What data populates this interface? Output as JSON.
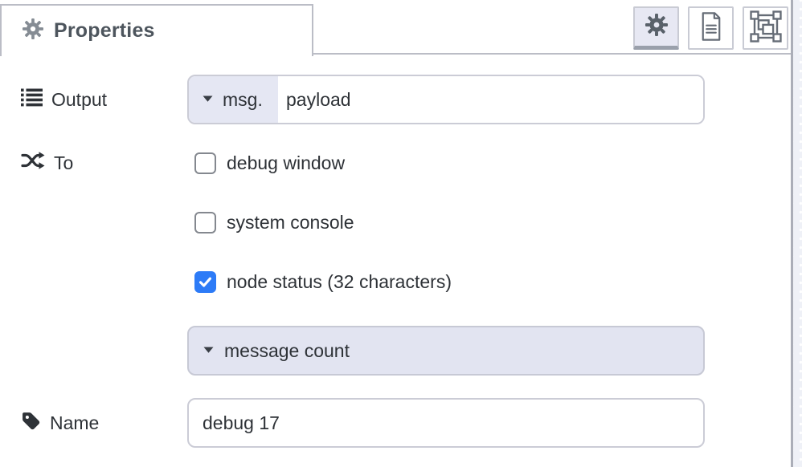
{
  "tab": {
    "label": "Properties",
    "icon": "gear-icon"
  },
  "toolbar": {
    "buttons": [
      {
        "name": "properties",
        "icon": "gear-icon",
        "active": true
      },
      {
        "name": "description",
        "icon": "document-icon",
        "active": false
      },
      {
        "name": "appearance",
        "icon": "appearance-icon",
        "active": false
      }
    ]
  },
  "form": {
    "output": {
      "label": "Output",
      "icon": "list-icon",
      "type": "msg.",
      "value": "payload"
    },
    "to": {
      "label": "To",
      "icon": "shuffle-icon",
      "checkboxes": [
        {
          "label": "debug window",
          "checked": false
        },
        {
          "label": "system console",
          "checked": false
        },
        {
          "label": "node status (32 characters)",
          "checked": true
        }
      ],
      "status_value": "message count"
    },
    "name": {
      "label": "Name",
      "icon": "tag-icon",
      "value": "debug 17"
    }
  },
  "colors": {
    "checkbox_checked": "#2d7bf7",
    "lavender_button": "#e5e7f3",
    "active_tab_button": "#e7e8f3"
  }
}
